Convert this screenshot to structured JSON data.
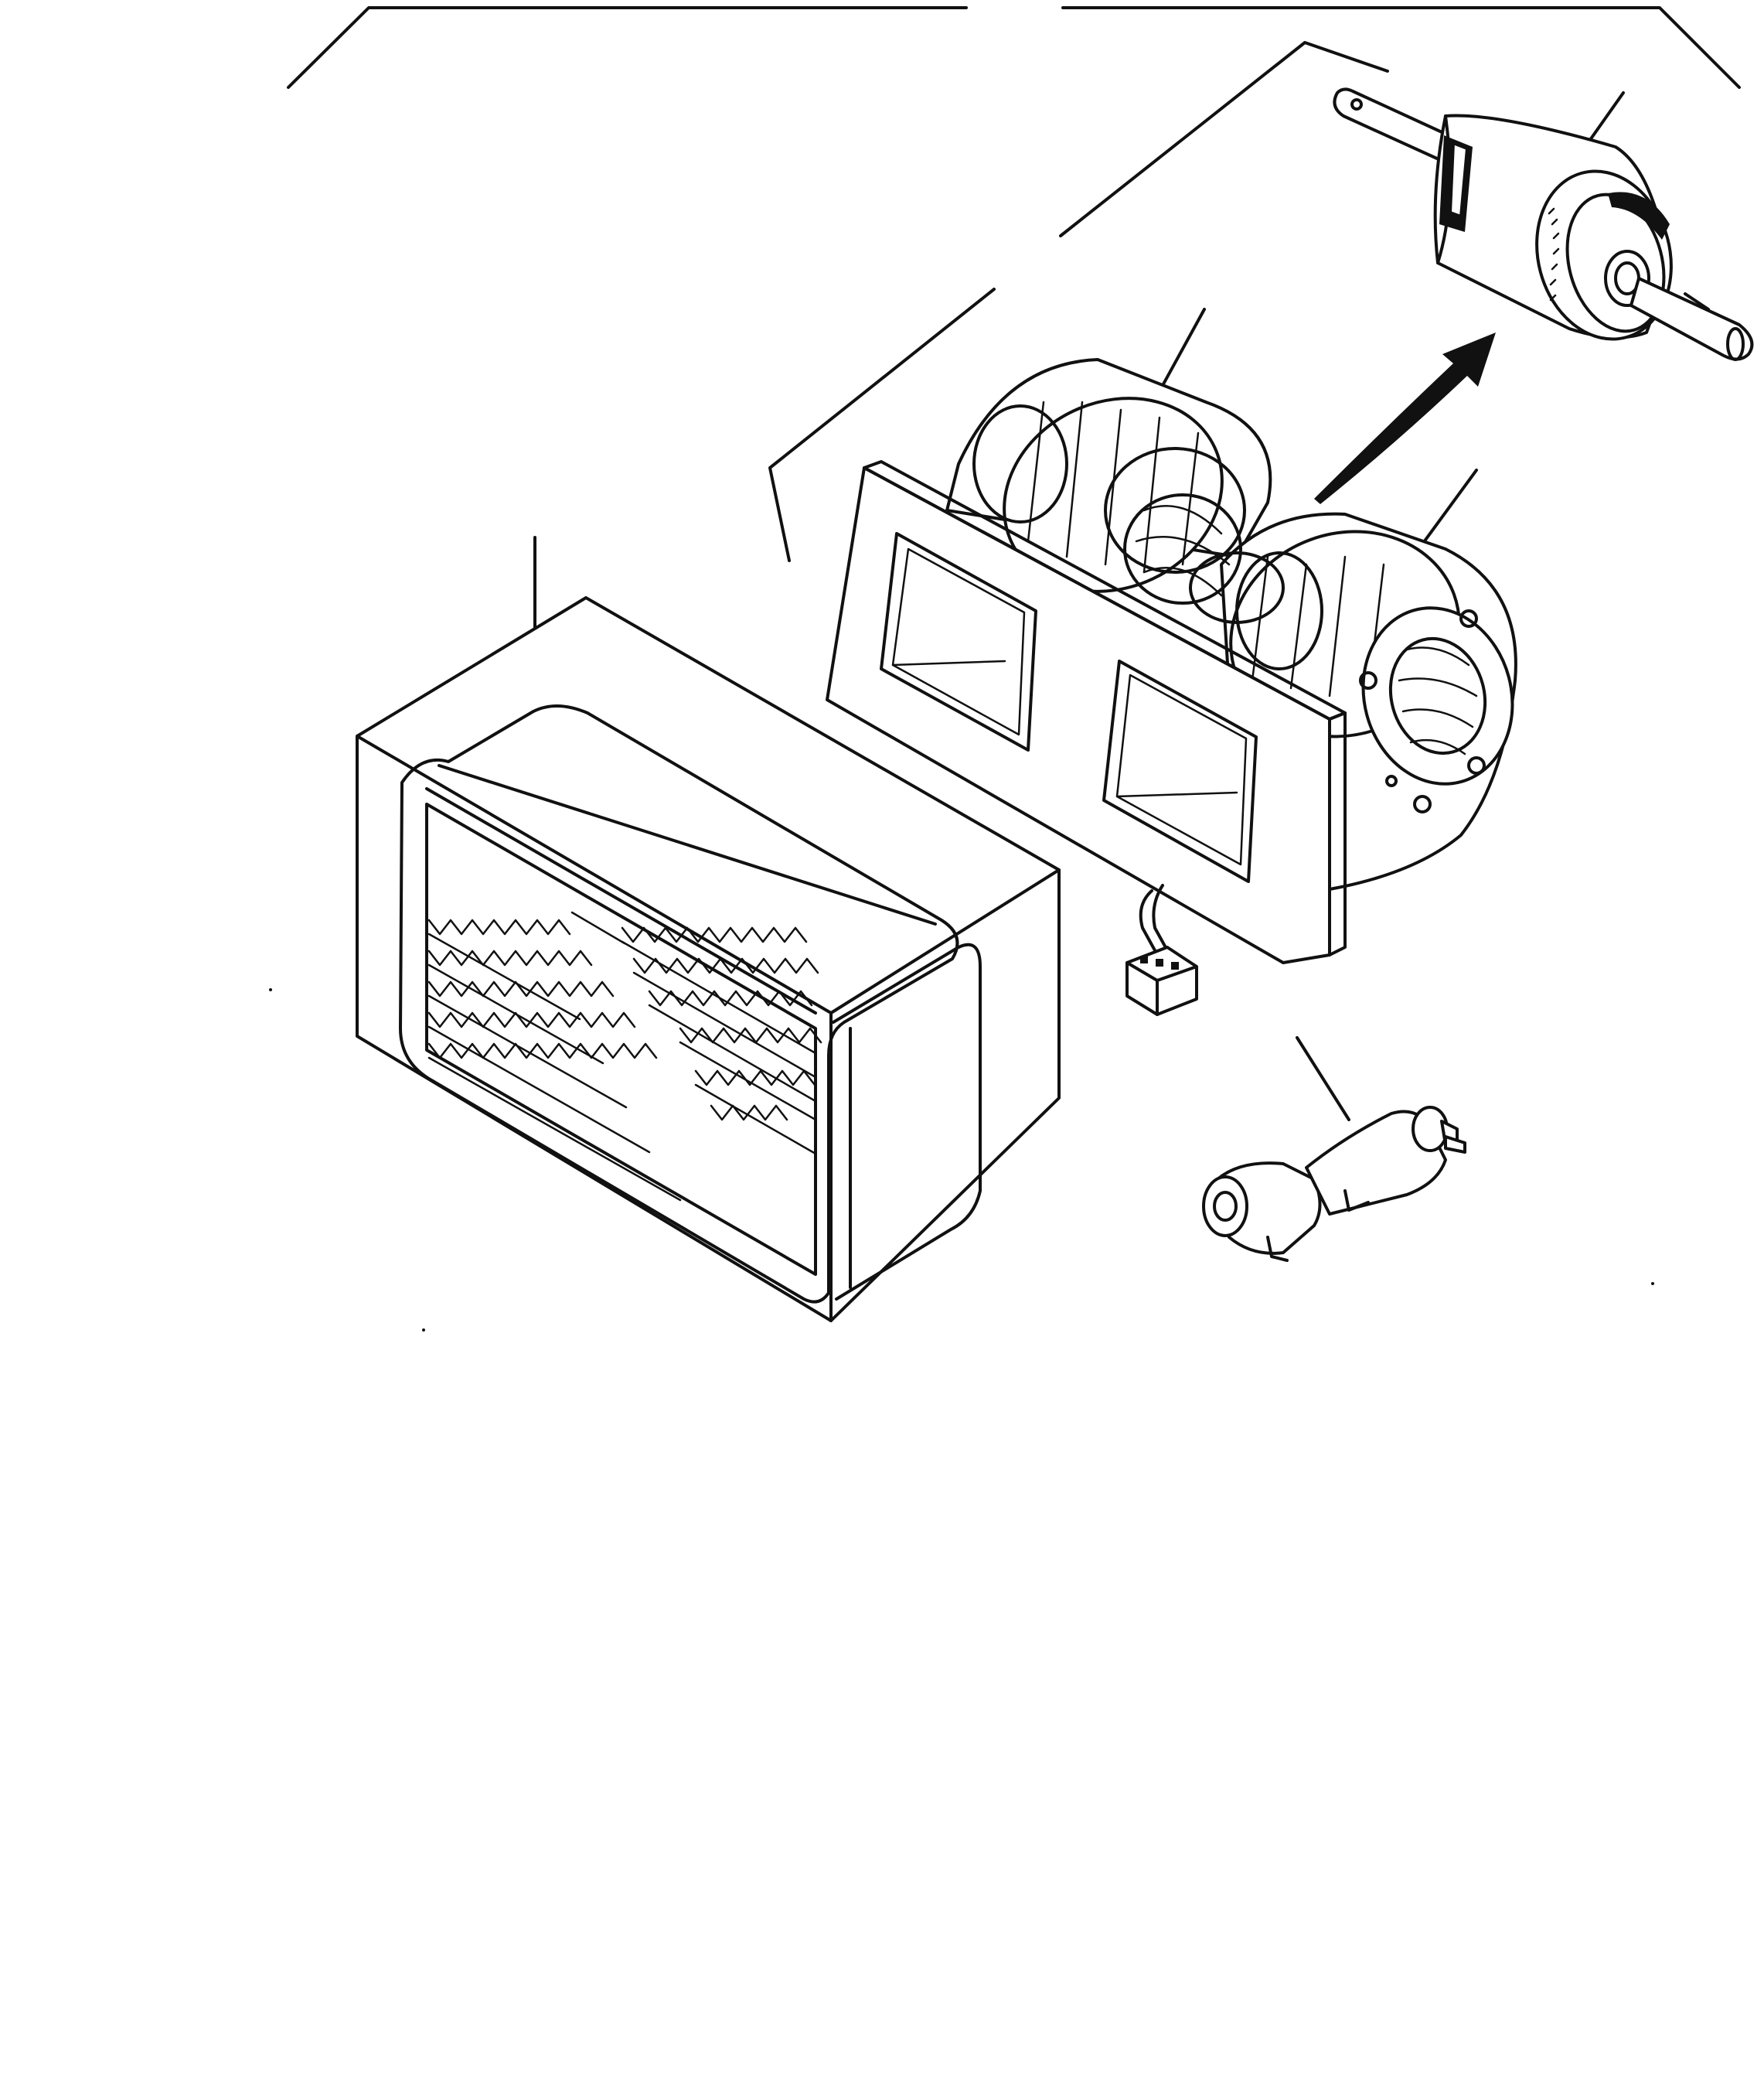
{
  "diagram": {
    "parts": [
      {
        "id": "heater-core",
        "icon": "heater-core-icon"
      },
      {
        "id": "blower-housing",
        "icon": "blower-fan-icon"
      },
      {
        "id": "blower-fan-left",
        "icon": "fan-wheel-icon"
      },
      {
        "id": "blower-fan-right",
        "icon": "fan-wheel-icon"
      },
      {
        "id": "blower-motor",
        "icon": "motor-icon"
      },
      {
        "id": "resistor",
        "icon": "resistor-icon"
      },
      {
        "id": "connector",
        "icon": "connector-icon"
      }
    ],
    "arrow": {
      "from": "blower-housing",
      "to": "blower-motor"
    },
    "colors": {
      "line": "#111111",
      "background": "#ffffff"
    }
  }
}
